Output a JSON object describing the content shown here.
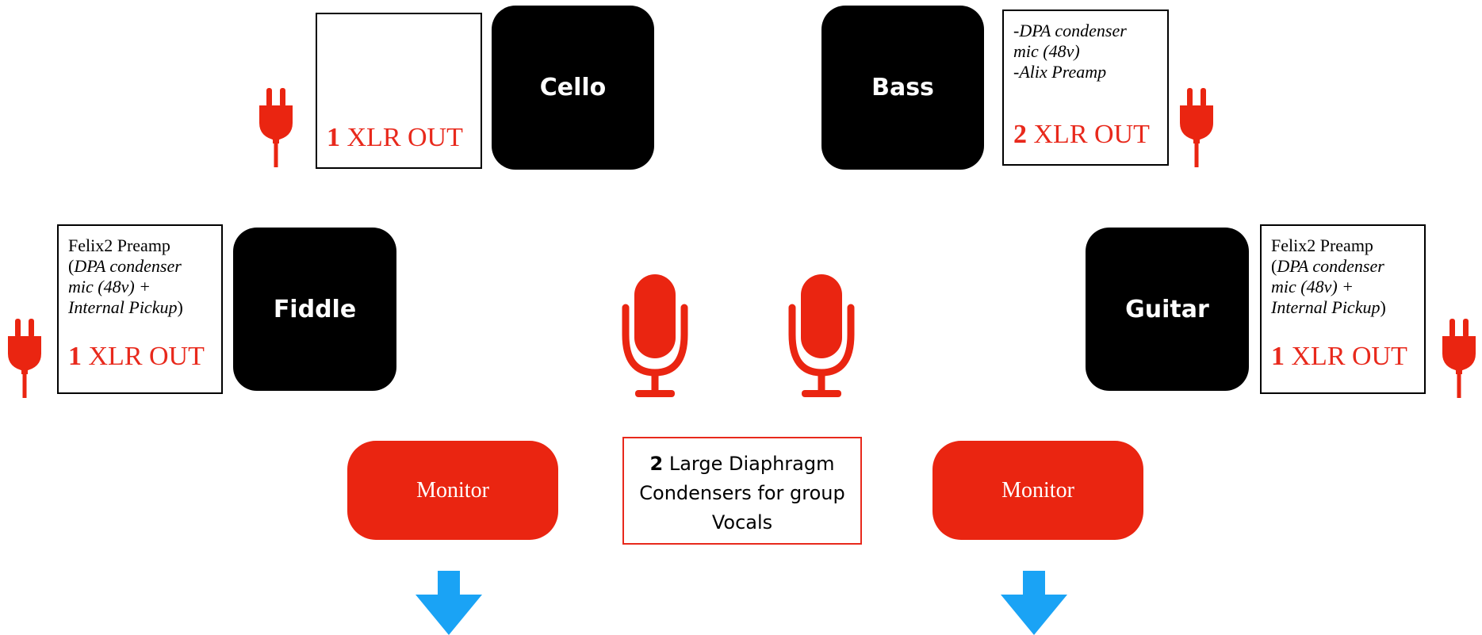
{
  "instruments": {
    "cello": "Cello",
    "bass": "Bass",
    "fiddle": "Fiddle",
    "guitar": "Guitar"
  },
  "notes": {
    "cello": {
      "count": "1",
      "out": " XLR OUT"
    },
    "bass": {
      "line1": "-DPA condenser",
      "line2": "mic (48v)",
      "line3": "-Alix Preamp",
      "count": "2",
      "out": " XLR OUT"
    },
    "fiddle": {
      "line1": "Felix2 Preamp",
      "open": "(",
      "line2": "DPA condenser",
      "line3": "mic (48v) +",
      "line4": "Internal Pickup",
      "close": ")",
      "count": "1",
      "out": " XLR OUT"
    },
    "guitar": {
      "line1": "Felix2 Preamp",
      "open": "(",
      "line2": "DPA condenser",
      "line3": "mic (48v) +",
      "line4": "Internal Pickup",
      "close": ")",
      "count": "1",
      "out": " XLR OUT"
    }
  },
  "monitors": {
    "left": "Monitor",
    "right": "Monitor"
  },
  "vocals": {
    "count": "2",
    "line1": " Large Diaphragm",
    "line2": "Condensers for group",
    "line3": "Vocals"
  },
  "icons": {
    "plug": "power-plug-icon",
    "mic": "microphone-icon",
    "arrow": "arrow-down-icon"
  },
  "colors": {
    "red": "#ea2511",
    "black": "#000000",
    "blue": "#1aa3f5"
  }
}
